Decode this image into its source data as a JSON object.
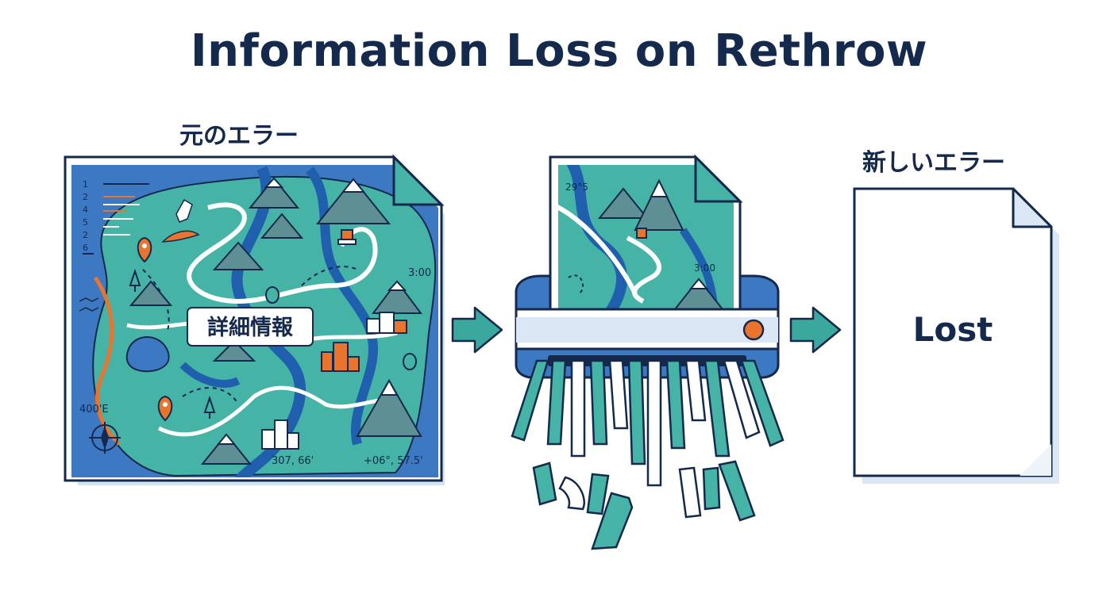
{
  "title": "Information Loss on Rethrow",
  "original": {
    "label": "元のエラー",
    "badge": "詳細情報",
    "line_numbers": [
      "1",
      "2",
      "4",
      "5",
      "2",
      "6"
    ],
    "annotations": {
      "time": "3:00",
      "longitude": "400'E",
      "coord_a": "307, 66'",
      "coord_b": "+06°, 57.5'"
    }
  },
  "shredder": {
    "annotations": {
      "corner": "29°5",
      "time": "3:00"
    }
  },
  "result": {
    "label": "新しいエラー",
    "text": "Lost"
  },
  "colors": {
    "navy": "#15294d",
    "map_blue": "#3d78c3",
    "map_teal": "#45b3a6",
    "river": "#1f5fae",
    "accent_orange": "#e8742e",
    "arrow_teal": "#3aa89c"
  }
}
